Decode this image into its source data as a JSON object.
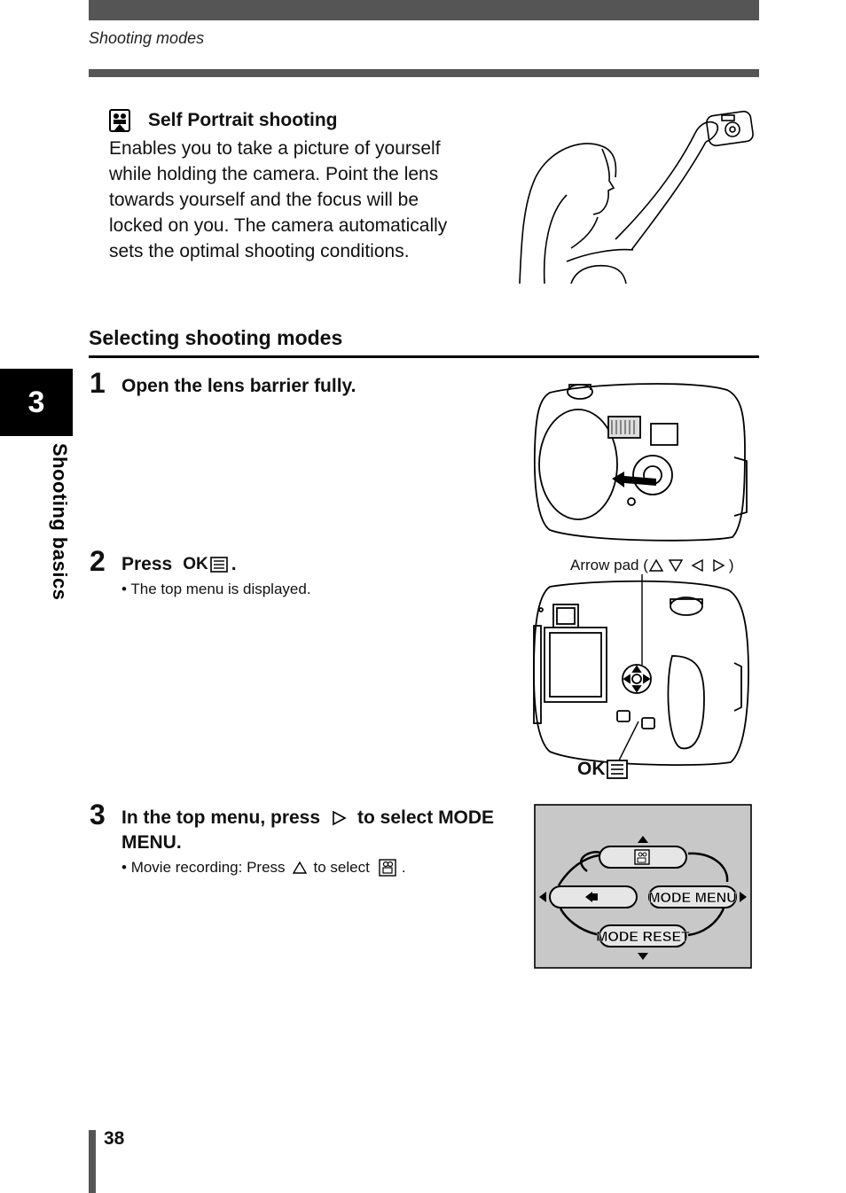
{
  "header": {
    "section_label": "Shooting modes"
  },
  "sidebar": {
    "chapter_number": "3",
    "chapter_title": "Shooting basics"
  },
  "self_portrait": {
    "title": "Self Portrait shooting",
    "lines": [
      "Enables you to take a picture of yourself",
      "while holding the camera. Point the lens",
      "towards yourself and the focus will be",
      "locked on you. The camera automatically",
      "sets the optimal shooting conditions."
    ],
    "icon": "self-portrait-icon"
  },
  "selecting": {
    "title": "Selecting shooting modes",
    "steps": [
      {
        "number": "1",
        "text": "Open the lens barrier fully."
      },
      {
        "number": "2",
        "text_prefix": "Press",
        "ok_label": "OK",
        "text_suffix": ".",
        "bullet": "The top menu is displayed."
      },
      {
        "number": "3",
        "line1_prefix": "In the top menu, press",
        "line1_suffix": "to select MODE",
        "line2": "MENU.",
        "bullet_prefix": "Movie recording: Press",
        "bullet_middle": "to select",
        "bullet_suffix": "."
      }
    ]
  },
  "figures": {
    "arrow_pad_label_prefix": "Arrow pad (",
    "arrow_pad_label_suffix": ")",
    "ok_callout": "OK",
    "menu_screen": {
      "mode_menu": "MODE MENU",
      "mode_reset": "MODE RESET"
    }
  },
  "footer": {
    "page_number": "38"
  }
}
